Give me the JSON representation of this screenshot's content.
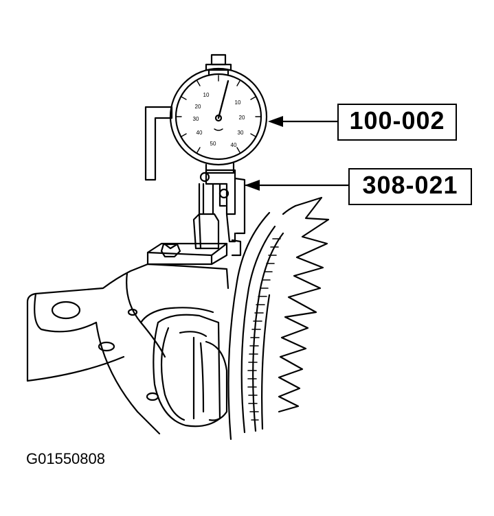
{
  "callouts": [
    {
      "label": "100-002",
      "refers_to": "dial indicator"
    },
    {
      "label": "308-021",
      "refers_to": "indicator mounting bracket"
    }
  ],
  "figure_id": "G01550808",
  "dial": {
    "left_numbers": [
      "10",
      "20",
      "30",
      "40"
    ],
    "right_numbers": [
      "10",
      "20",
      "30",
      "40"
    ],
    "bottom_number": "50"
  }
}
